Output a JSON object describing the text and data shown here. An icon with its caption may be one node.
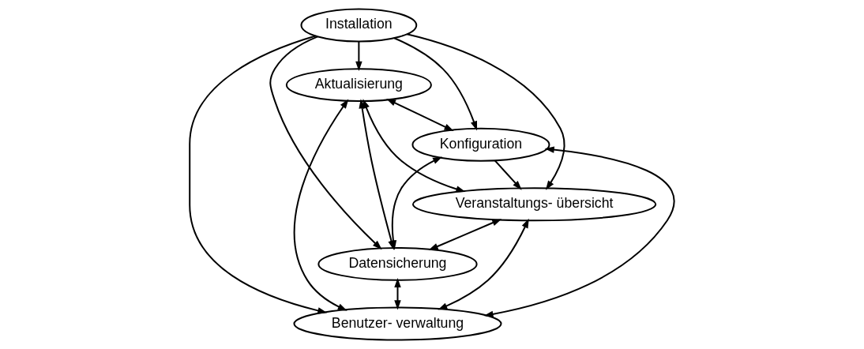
{
  "diagram": {
    "nodes": [
      {
        "text": [
          "Installation"
        ]
      },
      {
        "text": [
          "Aktualisierung"
        ]
      },
      {
        "text": [
          "Konfiguration"
        ]
      },
      {
        "text": [
          "Veranstaltungs- übersicht"
        ]
      },
      {
        "text": [
          "Datensicherung"
        ]
      },
      {
        "text": [
          "Benutzer- verwaltung"
        ]
      }
    ],
    "edges": [
      {
        "from": 0,
        "to": 5,
        "arrow": "to"
      },
      {
        "from": 0,
        "to": 1,
        "arrow": "to"
      },
      {
        "from": 0,
        "to": 2,
        "arrow": "to"
      },
      {
        "from": 0,
        "to": 3,
        "arrow": "to"
      },
      {
        "from": 0,
        "to": 4,
        "arrow": "to"
      },
      {
        "from": 1,
        "to": 2,
        "arrow": "both"
      },
      {
        "from": 1,
        "to": 3,
        "arrow": "both"
      },
      {
        "from": 1,
        "to": 4,
        "arrow": "both"
      },
      {
        "from": 1,
        "to": 5,
        "arrow": "both"
      },
      {
        "from": 2,
        "to": 3,
        "arrow": "to"
      },
      {
        "from": 2,
        "to": 5,
        "arrow": "both"
      },
      {
        "from": 2,
        "to": 4,
        "arrow": "both"
      },
      {
        "from": 3,
        "to": 4,
        "arrow": "both"
      },
      {
        "from": 4,
        "to": 5,
        "arrow": "both"
      },
      {
        "from": 3,
        "to": 5,
        "arrow": "both"
      }
    ]
  }
}
